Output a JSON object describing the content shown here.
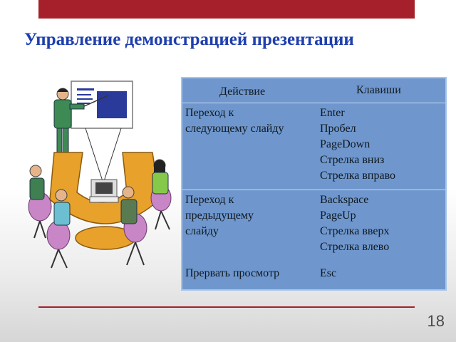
{
  "slide": {
    "title": "Управление демонстрацией презентации",
    "page_number": "18",
    "accent_color": "#a5202a",
    "title_color": "#1f3fae",
    "table_color": "#6f97cd"
  },
  "table": {
    "headers": {
      "action": "Действие",
      "keys": "Клавиши"
    },
    "rows": [
      {
        "action": [
          "Переход к",
          "следующему слайду"
        ],
        "keys": [
          "Enter",
          "Пробел",
          "PageDown",
          "Стрелка вниз",
          "Стрелка вправо"
        ]
      },
      {
        "action": [
          "Переход к",
          "предыдущему",
          "слайду"
        ],
        "keys": [
          "Backspace",
          "PageUp",
          "Стрелка вверх",
          "Стрелка влево"
        ]
      },
      {
        "action": [
          "Прервать просмотр"
        ],
        "keys": [
          "Esc"
        ]
      }
    ]
  },
  "illustration": {
    "icon": "presentation-meeting-clipart-icon"
  }
}
